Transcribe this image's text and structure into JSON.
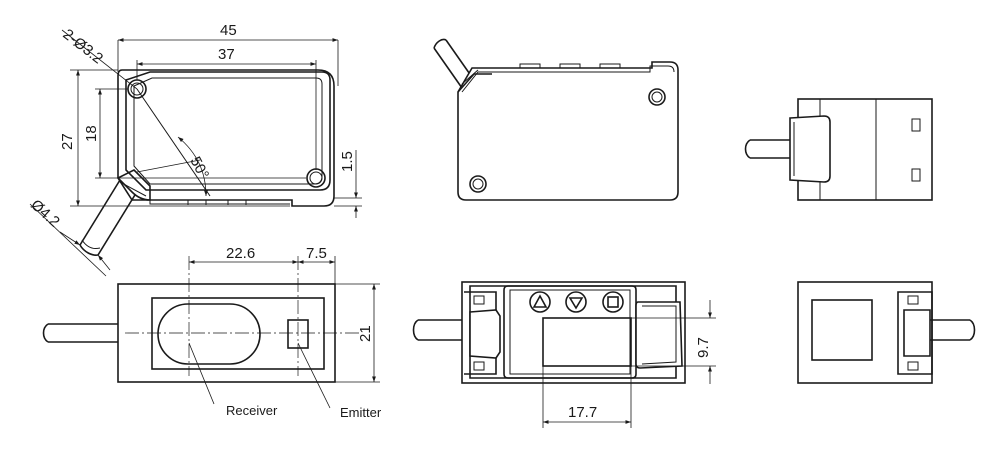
{
  "dimensions": {
    "overall_width": "45",
    "inner_width": "37",
    "hole_spec": "2-Ø3.2",
    "height_27": "27",
    "height_18": "18",
    "angle": "50°",
    "offset_1_5": "1.5",
    "cable_dia": "Ø4.2",
    "receiver_offset": "22.6",
    "emitter_offset": "7.5",
    "depth_21": "21",
    "display_height": "9.7",
    "display_width": "17.7"
  },
  "labels": {
    "receiver": "Receiver",
    "emitter": "Emitter"
  },
  "colors": {
    "line": "#1a1a1a",
    "background": "#ffffff"
  }
}
